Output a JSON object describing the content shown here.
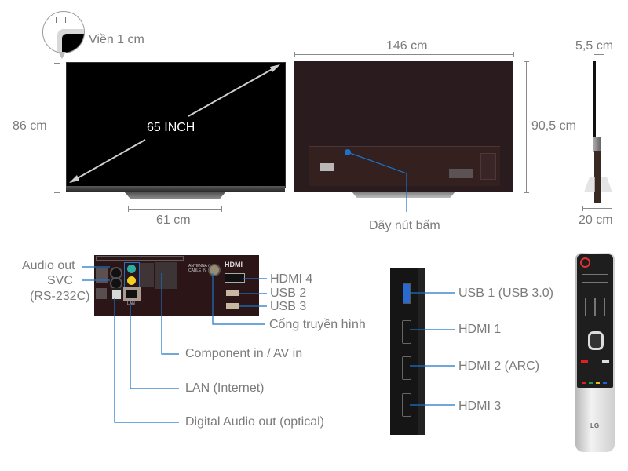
{
  "front_view": {
    "bezel_label": "Viền 1 cm",
    "height_label": "86 cm",
    "diagonal_label": "65 INCH",
    "stand_width_label": "61 cm"
  },
  "back_view": {
    "width_label": "146 cm",
    "height_label": "90,5 cm",
    "button_label": "Dãy nút bấm"
  },
  "side_view": {
    "depth_top_label": "5,5 cm",
    "stand_depth_label": "20 cm"
  },
  "rear_ports": {
    "labels": {
      "audio_out": "Audio out",
      "svc": "SVC",
      "rs232c": "(RS-232C)",
      "hdmi4": "HDMI 4",
      "usb2": "USB 2",
      "usb3": "USB 3",
      "tv_in": "Cổng truyền hình",
      "component": "Component in / AV in",
      "lan": "LAN (Internet)",
      "optical": "Digital Audio out (optical)"
    },
    "panel_text": {
      "hdmi_logo": "HDMI",
      "antenna": "ANTENNA / CABLE IN",
      "lan_port": "LAN"
    }
  },
  "side_ports": {
    "labels": [
      "USB 1 (USB 3.0)",
      "HDMI 1",
      "HDMI 2 (ARC)",
      "HDMI 3"
    ]
  },
  "remote": {
    "brand": "LG"
  },
  "colors": {
    "callout_blue": "#1a73c9",
    "label_gray": "#7b7b7b",
    "screen_black": "#000000",
    "back_panel": "#2a1a1c",
    "port_panel": "#2b1517"
  }
}
